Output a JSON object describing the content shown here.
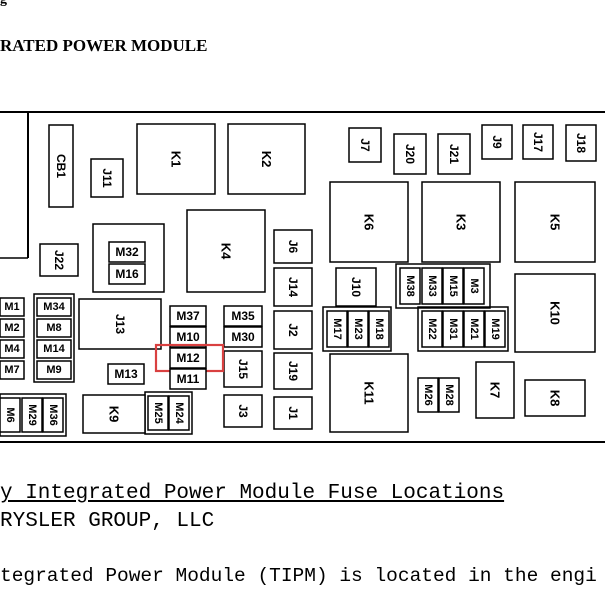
{
  "header_fragment": "g",
  "section_title": "RATED POWER MODULE",
  "caption_title": "y Integrated Power Module Fuse Locations",
  "caption_company": "RYSLER GROUP, LLC",
  "paragraph_line1": "tegrated Power Module (TIPM) is located in the engi",
  "paragraph_line2": "",
  "diagram": {
    "outline_color": "#000000",
    "highlight_color": "#d94040",
    "highlighted": "M12",
    "labels": [
      "CB1",
      "J11",
      "K1",
      "K2",
      "J7",
      "J20",
      "J21",
      "J9",
      "J17",
      "J18",
      "J22",
      "M32",
      "M16",
      "K4",
      "J6",
      "K6",
      "K3",
      "K5",
      "J14",
      "J10",
      "M38",
      "M33",
      "M15",
      "M3",
      "K10",
      "M1",
      "M34",
      "M2",
      "M8",
      "M4",
      "M14",
      "M7",
      "M9",
      "J13",
      "M37",
      "M10",
      "M35",
      "M30",
      "J2",
      "M17",
      "M23",
      "M18",
      "M22",
      "M31",
      "M21",
      "M19",
      "M12",
      "M13",
      "M11",
      "J15",
      "J19",
      "K11",
      "M26",
      "M28",
      "K7",
      "K8",
      "M6",
      "M29",
      "M36",
      "K9",
      "M25",
      "M24",
      "J3",
      "J1"
    ]
  }
}
